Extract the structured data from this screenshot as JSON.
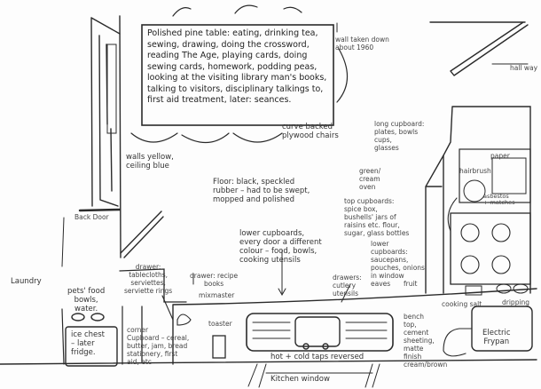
{
  "title": "Kitchen layout sketch",
  "labels": {
    "table": "Polished pine table: eating, drinking tea, sewing, drawing, doing the crossword, reading The Age, playing cards, doing sewing cards, homework, podding peas, looking at the visiting library man's books, talking to visitors, disciplinary talkings to, first aid treatment, later: seances.",
    "wall_removed": "wall taken down\nabout 1960",
    "hallway": "hall way",
    "chairs": "curve backed\nplywood chairs",
    "walls": "walls yellow,\nceiling blue",
    "floor": "Floor: black, speckled\nrubber – had to be swept,\nmopped and polished",
    "long_cupboard": "long cupboard:\nplates, bowls\ncups,\nglasses",
    "paper": "paper",
    "hairbrush": "hairbrush",
    "oven": "green/\ncream\noven",
    "asbestos": "asbestos\n+ matches",
    "top_cupboards": "top cupboards:\nspice box,\nbushells' jars of\nraisins etc. flour,\nsugar, glass bottles",
    "lower_cupboards_right": "lower\ncupboards:\nsaucepans,\npouches, onions\nin window\neaves",
    "fruit": "fruit",
    "drawers_cutlery": "drawers:\ncutlery\nutensils",
    "back_door": "Back Door",
    "laundry": "Laundry",
    "drawer_tablecloths": "drawer:\ntablecloths,\nserviettes,\nserviette rings",
    "drawer_recipe": "drawer: recipe\nbooks",
    "mixmaster": "mixmaster",
    "lower_cupboards": "lower cupboards,\nevery door a different\ncolour – food, bowls,\ncooking utensils",
    "pets": "pets' food\nbowls,\nwater.",
    "ice_chest": "ice chest\n– later\nfridge.",
    "corner_cupboard": "corner\nCupboard – cereal,\nbutter, jam, bread\nstationery, first\naid, etc",
    "toaster": "toaster",
    "cooking_salt": "cooking salt",
    "dripping": "dripping",
    "bench_top": "bench\ntop,\ncement\nsheeting,\nmatte\nfinish\ncream/brown",
    "frypan": "Electric\nFrypan",
    "taps": "hot + cold taps reversed",
    "window": "Kitchen window"
  }
}
